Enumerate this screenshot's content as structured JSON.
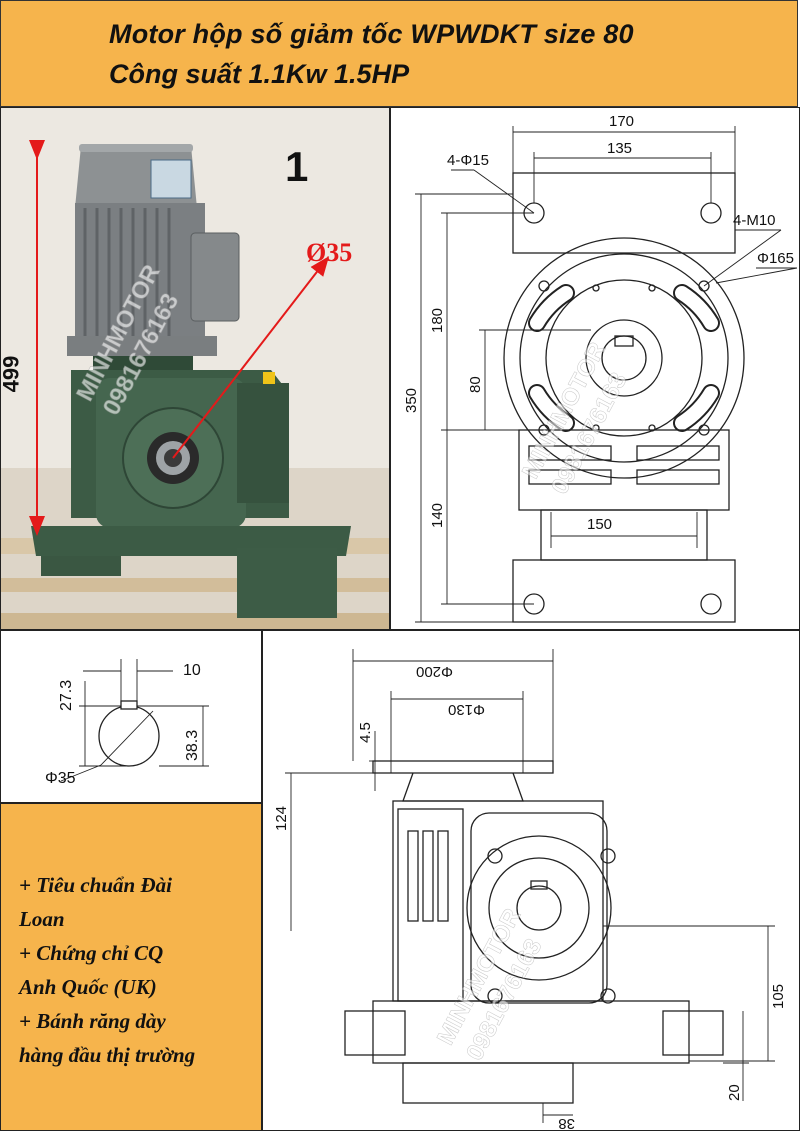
{
  "header": {
    "line1": "Motor hộp số giảm tốc WPWDKT size 80",
    "line2": "Công suất 1.1Kw 1.5HP",
    "background": "#f6b44c"
  },
  "photo": {
    "number": "1",
    "height_label": "499",
    "bore_label": "Ø35",
    "watermark_brand": "MINHMOTOR",
    "watermark_phone": "0981676163",
    "arrow_color": "#e41a1a"
  },
  "front_view": {
    "dims": {
      "w170": "170",
      "w135": "135",
      "holes": "4-Φ15",
      "thread": "4-M10",
      "d165": "Φ165",
      "h180": "180",
      "h80": "80",
      "h350": "350",
      "h140": "140",
      "w150": "150"
    }
  },
  "shaft_view": {
    "dims": {
      "d273": "27.3",
      "w10": "10",
      "d383": "38.3",
      "d35": "Φ35"
    }
  },
  "notes": {
    "lines": [
      "+ Tiêu chuẩn Đài",
      "Loan",
      "+ Chứng chỉ CQ",
      "Anh Quốc (UK)",
      "+ Bánh răng dày",
      "hàng đầu thị trường"
    ]
  },
  "side_view": {
    "dims": {
      "d200": "Φ200",
      "d130": "Φ130",
      "h45": "4.5",
      "h124": "124",
      "h105": "105",
      "h20": "20",
      "w38": "38"
    }
  }
}
